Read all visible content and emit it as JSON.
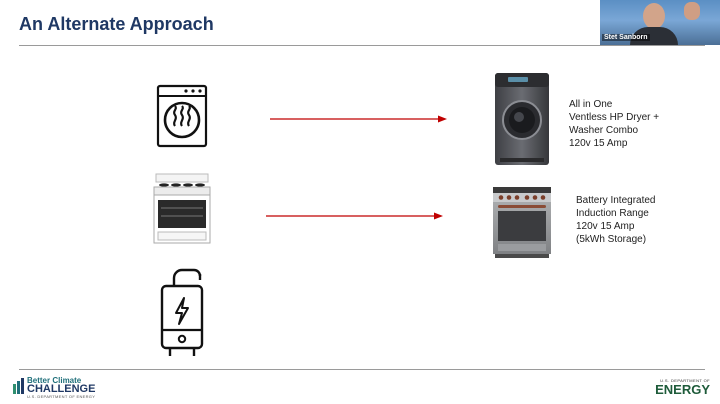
{
  "slide": {
    "title": "An Alternate Approach"
  },
  "webcam": {
    "name": "Stet Sanborn"
  },
  "rows": [
    {
      "from_icon": "clothes-dryer-icon",
      "to_image": "washer-dryer-combo-icon",
      "description": [
        "All in One",
        "Ventless HP Dryer +",
        "Washer Combo",
        "120v 15 Amp"
      ]
    },
    {
      "from_icon": "electric-range-icon",
      "to_image": "induction-range-icon",
      "description": [
        "Battery Integrated",
        "Induction Range",
        "120v 15 Amp",
        "(5kWh Storage)"
      ]
    },
    {
      "from_icon": "water-heater-icon"
    }
  ],
  "colors": {
    "title": "#1f3864",
    "arrow": "#c00000"
  },
  "footer": {
    "left_logo": {
      "line1": "Better Climate",
      "line2": "CHALLENGE",
      "line3": "U.S. DEPARTMENT OF ENERGY"
    },
    "right_logo": {
      "line1": "U.S. DEPARTMENT OF",
      "line2": "ENERGY"
    }
  }
}
